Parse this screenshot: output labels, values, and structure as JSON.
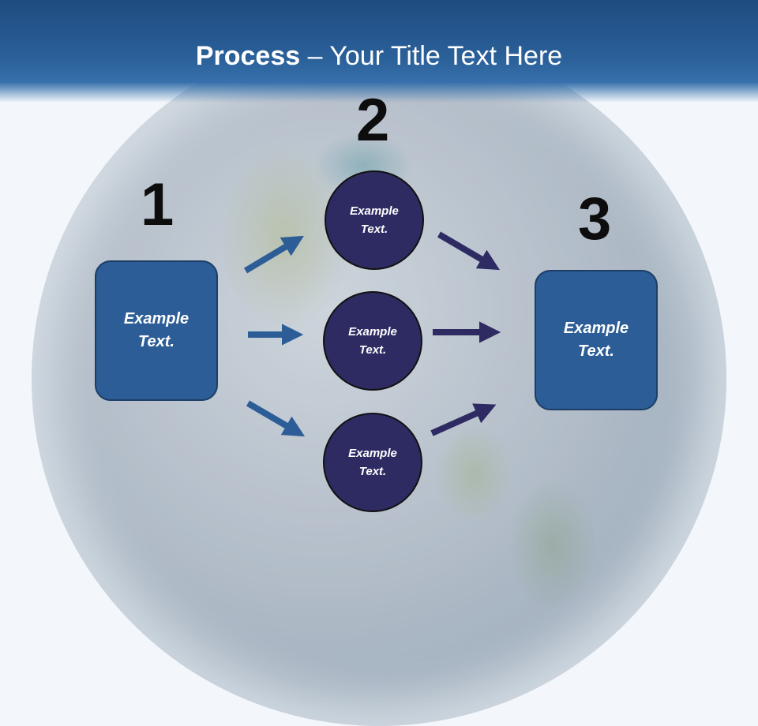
{
  "title": {
    "bold": "Process",
    "rest": " – Your Title Text Here"
  },
  "steps": {
    "step1": {
      "number": "1",
      "label": "Example Text."
    },
    "step2": {
      "number": "2"
    },
    "step3": {
      "number": "3",
      "label": "Example Text."
    }
  },
  "circles": [
    {
      "label": "Example Text."
    },
    {
      "label": "Example Text."
    },
    {
      "label": "Example Text."
    }
  ],
  "colors": {
    "box": "#2d5d96",
    "circle": "#2e2b63",
    "arrow_in": "#2d5d96",
    "arrow_out": "#2e2b63"
  }
}
